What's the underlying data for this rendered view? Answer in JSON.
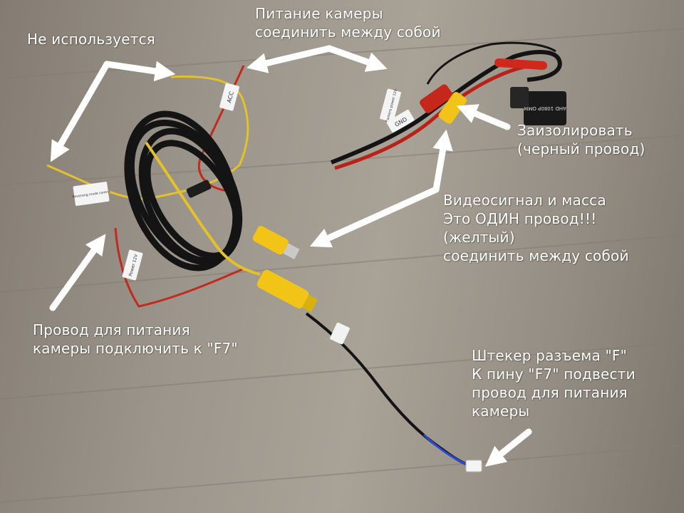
{
  "annotations": {
    "not_used": "Не используется",
    "camera_power": "Питание камеры\nсоединить между собой",
    "insulate": "Заизолировать\n(черный провод)",
    "video_signal": "Видеосигнал и масса\nЭто ОДИН провод!!!\n(желтый)\nсоединить между собой",
    "f7_wire": "Провод для питания\nкамеры подключить к \"F7\"",
    "f_connector": "Штекер разъема \"F\"\nК пину \"F7\" подвести\nпровод для питания\nкамеры"
  },
  "tags": {
    "acc": "ACC",
    "camera_power": "Camera power 12V",
    "gnd": "GND",
    "reversing": "Reversing mode control",
    "power": "Power 12V",
    "camera_label": "AHD 1080P OMM"
  },
  "colors": {
    "floor": "#9c958b",
    "cable_black": "#141414",
    "cable_red": "#c22a1e",
    "wire_yellow": "#e3c12b",
    "rca_yellow": "#f1c417",
    "annotation": "#ffffff"
  }
}
